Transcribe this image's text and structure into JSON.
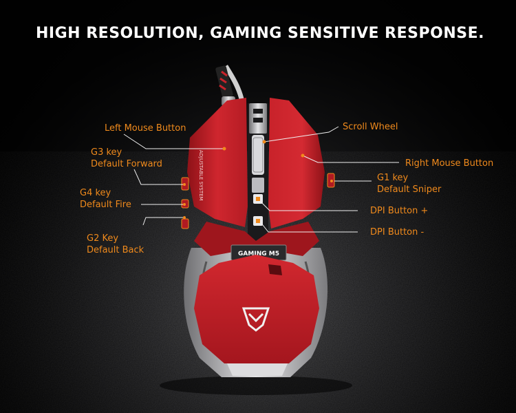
{
  "headline": "HIGH RESOLUTION, GAMING SENSITIVE RESPONSE.",
  "callouts": {
    "left_mouse_button": "Left Mouse Button",
    "g3_key": "G3 key",
    "g3_default": "Default Forward",
    "g4_key": "G4 key",
    "g4_default": "Default Fire",
    "g2_key": "G2 Key",
    "g2_default": "Default Back",
    "scroll_wheel": "Scroll Wheel",
    "right_mouse_button": "Right Mouse Button",
    "g1_key": "G1 key",
    "g1_default": "Default Sniper",
    "dpi_plus": "DPI Button +",
    "dpi_minus": "DPI Button -"
  },
  "mouse": {
    "side_text": "ADJUSTABLE SYSTEM",
    "badge_text": "GAMING M5"
  },
  "colors": {
    "callout": "#f08a1c",
    "shell": "#c8222a",
    "headline": "#ffffff"
  }
}
